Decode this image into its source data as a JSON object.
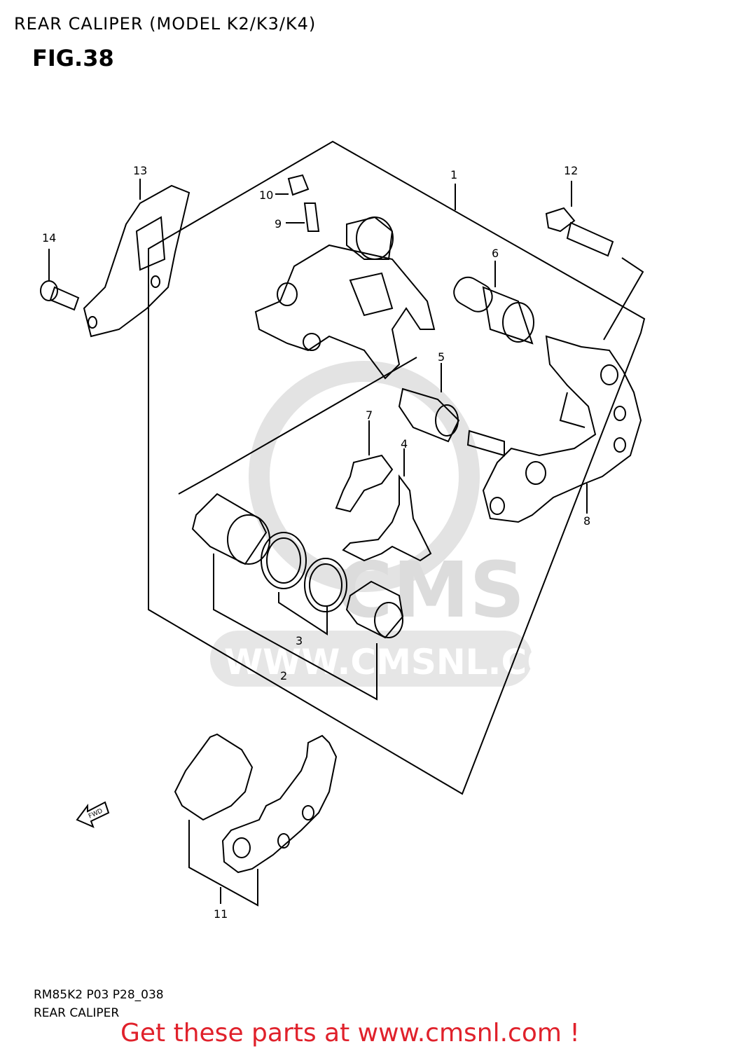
{
  "header": {
    "title": "REAR CALIPER (MODEL K2/K3/K4)",
    "figure": "FIG.38"
  },
  "callouts": [
    "1",
    "2",
    "3",
    "4",
    "5",
    "6",
    "7",
    "8",
    "9",
    "10",
    "11",
    "12",
    "13",
    "14"
  ],
  "watermark": {
    "brand": "CMS",
    "url": "WWW.CMSNL.COM"
  },
  "fwd_arrow": "FWD",
  "footer": {
    "code": "RM85K2 P03 P28_038",
    "name": "REAR CALIPER",
    "cta": "Get these parts at www.cmsnl.com !"
  },
  "colors": {
    "line": "#000000",
    "watermark": "#d9d9d9",
    "cta": "#e0212b"
  }
}
